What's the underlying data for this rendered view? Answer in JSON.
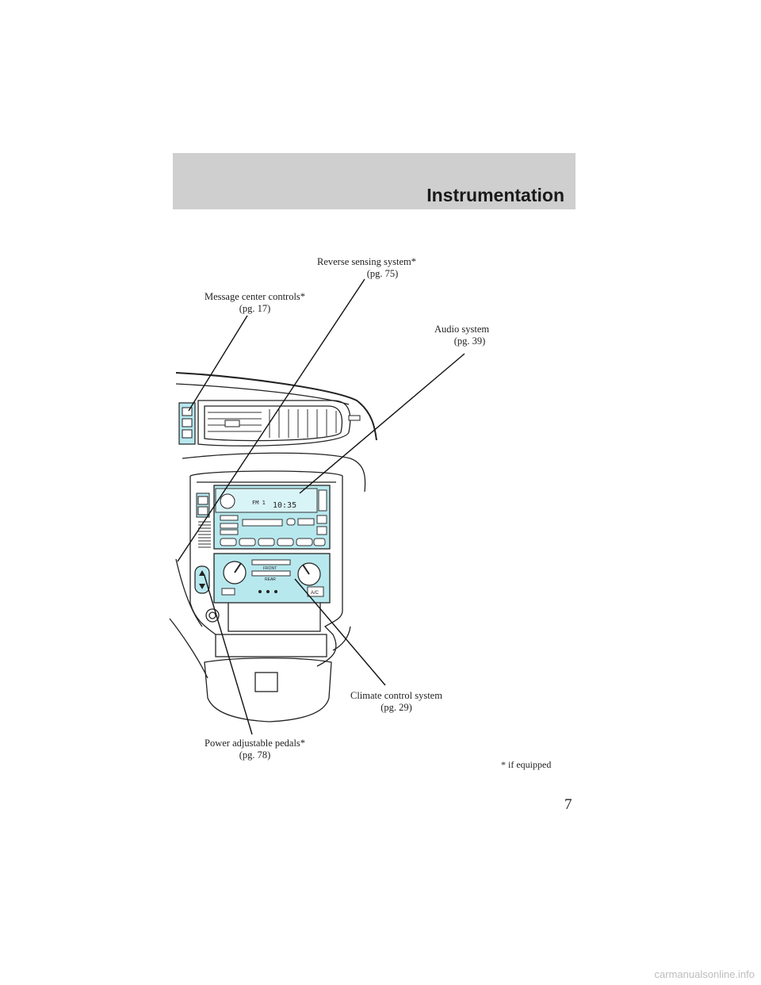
{
  "header": {
    "section_title": "Instrumentation"
  },
  "callouts": {
    "reverse_sensing": {
      "label": "Reverse sensing system*",
      "page": "(pg. 75)"
    },
    "message_center": {
      "label": "Message center controls*",
      "page": "(pg. 17)"
    },
    "audio": {
      "label": "Audio system",
      "page": "(pg. 39)"
    },
    "climate": {
      "label": "Climate control system",
      "page": "(pg. 29)"
    },
    "pedals": {
      "label": "Power adjustable pedals*",
      "page": "(pg. 78)"
    }
  },
  "radio_display": {
    "band": "FM 1",
    "time": "10:35"
  },
  "climate_panel": {
    "front_label": "FRONT",
    "rear_label": "REAR",
    "ac_label": "A/C"
  },
  "footnote": "* if equipped",
  "page_number": "7",
  "watermark": "carmanualsonline.info",
  "colors": {
    "panel_cyan": "#b7e8ee",
    "header_gray": "#cfcfcf"
  }
}
